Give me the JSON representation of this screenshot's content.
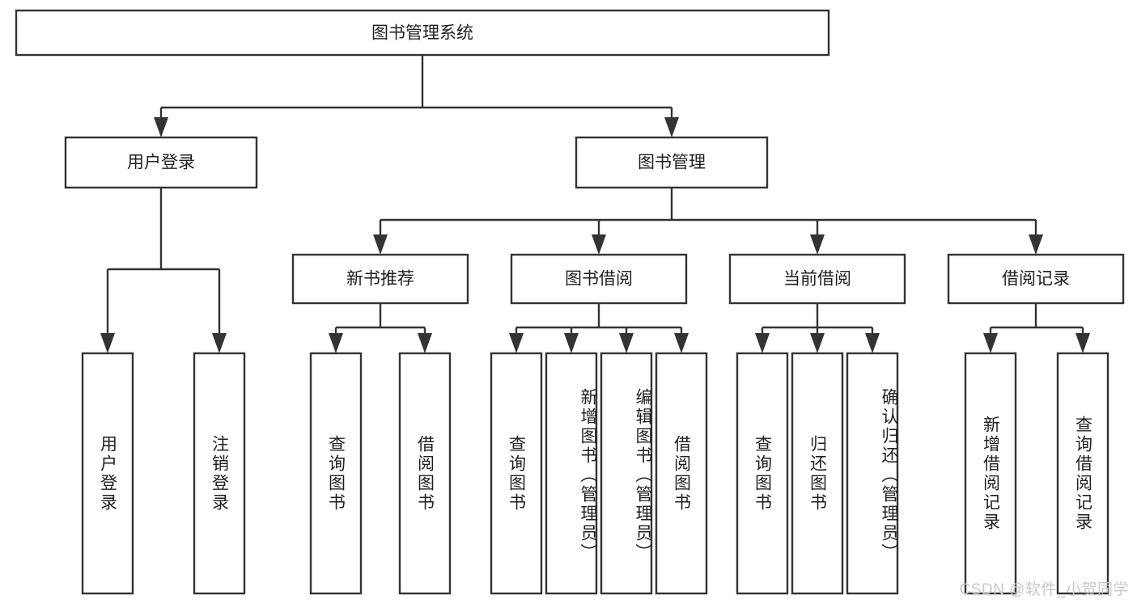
{
  "diagram": {
    "title": "图书管理系统",
    "type": "tree",
    "watermark": "CSDN @软件_小贺同学",
    "colors": {
      "stroke": "#333333",
      "box_fill": "#ffffff",
      "text": "#1f1f1f",
      "watermark": "#c9c9c9",
      "background": "#ffffff"
    },
    "root": {
      "label": "图书管理系统"
    },
    "level2": [
      {
        "label": "用户登录"
      },
      {
        "label": "图书管理"
      }
    ],
    "level3": [
      {
        "label": "新书推荐"
      },
      {
        "label": "图书借阅"
      },
      {
        "label": "当前借阅"
      },
      {
        "label": "借阅记录"
      }
    ],
    "leaves": {
      "user_login": [
        {
          "label": "用户登录"
        },
        {
          "label": "注销登录"
        }
      ],
      "new_book_recommend": [
        {
          "label": "查询图书"
        },
        {
          "label": "借阅图书"
        }
      ],
      "book_borrow": [
        {
          "label": "查询图书"
        },
        {
          "label": "新增图书（管理员）"
        },
        {
          "label": "编辑图书（管理员）"
        },
        {
          "label": "借阅图书"
        }
      ],
      "current_borrow": [
        {
          "label": "查询图书"
        },
        {
          "label": "归还图书"
        },
        {
          "label": "确认归还（管理员）"
        }
      ],
      "borrow_record": [
        {
          "label": "新增借阅记录"
        },
        {
          "label": "查询借阅记录"
        }
      ]
    }
  }
}
